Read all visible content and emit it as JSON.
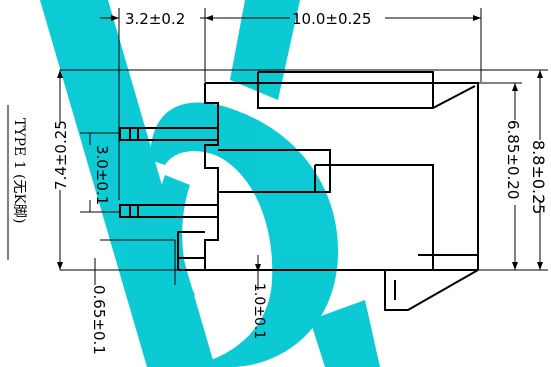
{
  "drawing": {
    "type_label": "TYPE  1 (无K脚)",
    "dimensions": {
      "top_offset": "3.2±0.2",
      "top_width": "10.0±0.25",
      "right_outer": "8.8±0.25",
      "right_inner": "6.85±0.20",
      "left_pitch": "7.4±0.25",
      "pin_spacing": "3.0±0.1",
      "bottom_small": "1.0±0.1",
      "bottom_left": "0.65±0.1"
    },
    "colors": {
      "line": "#000000",
      "watermark": "#00c8d2",
      "background": "#ffffff"
    },
    "watermark_icon": "logo-watermark"
  }
}
